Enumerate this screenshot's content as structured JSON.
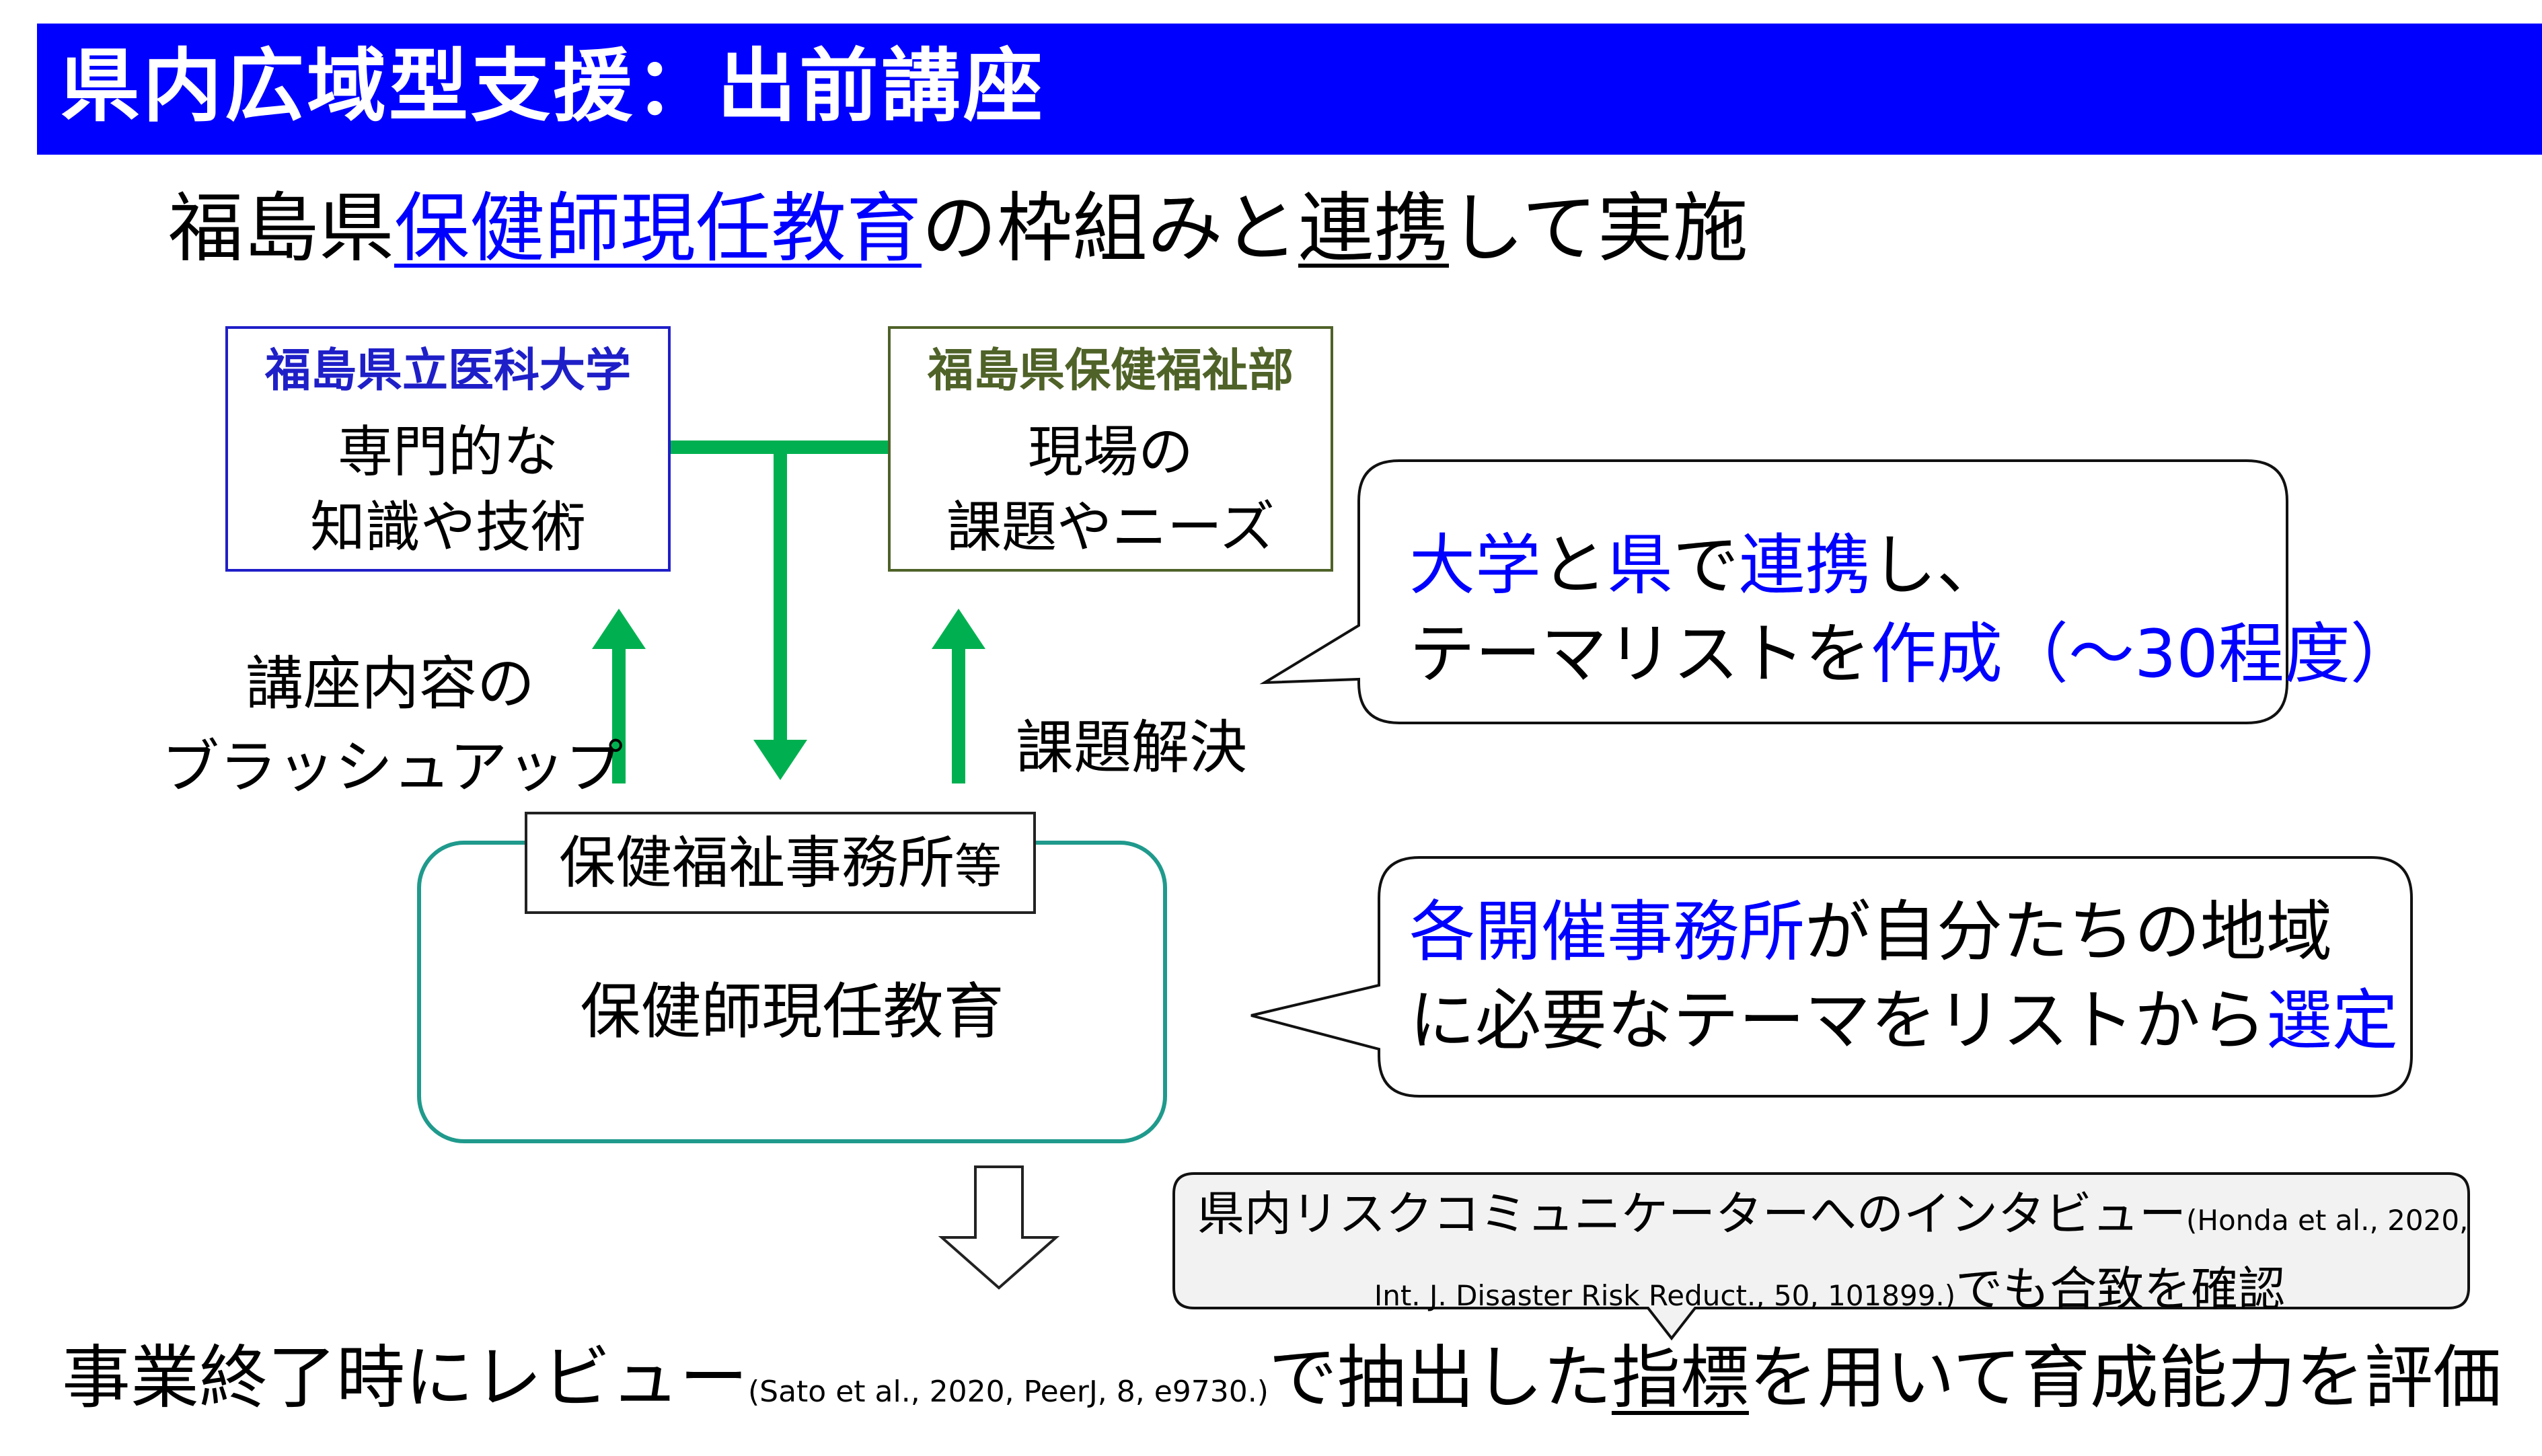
{
  "header": {
    "title": "県内広域型支援：出前講座"
  },
  "subtitle": {
    "prefix": "福島県",
    "highlight": "保健師現任教育",
    "middle": "の枠組みと",
    "underlined": "連携",
    "suffix": "して実施"
  },
  "box_univ": {
    "heading": "福島県立医科大学",
    "line1": "専門的な",
    "line2": "知識や技術"
  },
  "box_pref": {
    "heading": "福島県保健福祉部",
    "line1": "現場の",
    "line2": "課題やニーズ"
  },
  "label_brush": {
    "line1": "講座内容の",
    "line2": "ブラッシュアップ"
  },
  "label_solve": "課題解決",
  "office": {
    "tag_main": "保健福祉事務所",
    "tag_small": "等",
    "body": "保健師現任教育"
  },
  "callout1": {
    "p1": "大学",
    "p2": "と",
    "p3": "県",
    "p4": "で",
    "p5": "連携",
    "p6": "し、",
    "l2a": "テーマリストを",
    "l2b": "作成",
    "l2c": "（～30程度）"
  },
  "callout2": {
    "l1a": "各開催事務所",
    "l1b": "が自分たちの地域",
    "l2a": "に必要なテーマをリストから",
    "l2b": "選定"
  },
  "interview": {
    "main": "県内リスクコミュニケーターへのインタビュー",
    "cite1": "(Honda et al., 2020,",
    "cite2": "Int. J. Disaster Risk Reduct., 50, 101899.)",
    "tail": "でも合致を確認"
  },
  "bottom": {
    "part1": "事業終了時にレビュー",
    "cite": "(Sato et al., 2020, PeerJ, 8, e9730.)",
    "part2": "で抽出した",
    "underlined": "指標",
    "part3": "を用いて育成能力を評価"
  },
  "colors": {
    "header_bg": "#0000FF",
    "accent_blue": "#0000FF",
    "univ_border": "#1F1FC8",
    "pref_border": "#4F6228",
    "green_arrow": "#00B050",
    "teal_border": "#1F9A8C"
  }
}
